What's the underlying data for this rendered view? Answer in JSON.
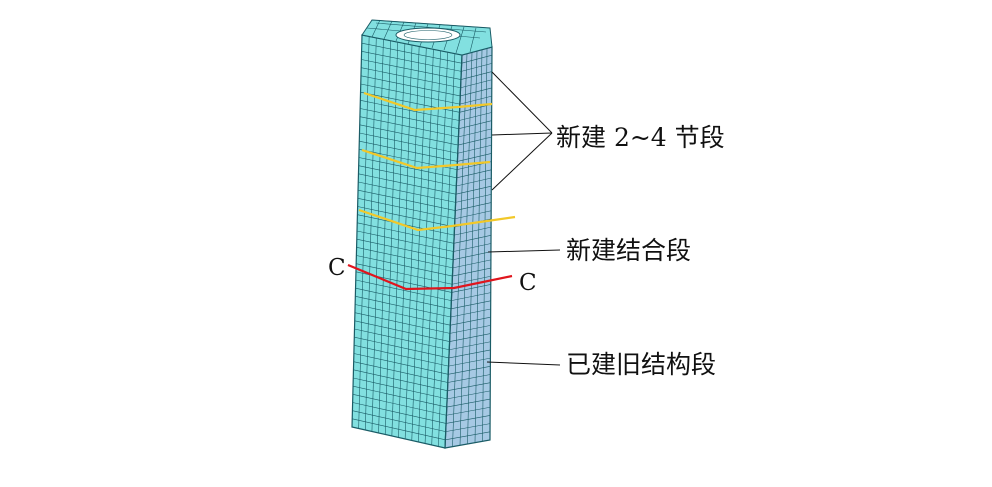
{
  "labels": {
    "new_segments": "新建 2~4 节段",
    "joint_segment": "新建结合段",
    "old_segment": "已建旧结构段",
    "section_left": "C",
    "section_right": "C"
  },
  "colors": {
    "front_face": "#82e0e0",
    "side_face": "#a6c9e4",
    "mesh_line": "#1a5c66",
    "segment_boundary": "#f2c829",
    "section_cut": "#e0151d",
    "leader_line": "#111111"
  },
  "mesh": {
    "front_columns": 14,
    "side_columns": 6,
    "rows": 48
  }
}
